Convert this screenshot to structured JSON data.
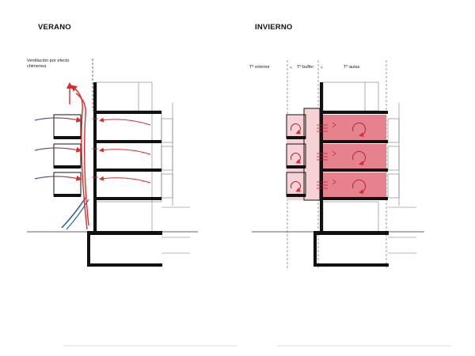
{
  "titles": {
    "summer": "VERANO",
    "winter": "INVIERNO"
  },
  "summer": {
    "ventilation_label": "Ventilación por efecto chimenea"
  },
  "winter": {
    "zones": {
      "exterior": "Tº exterior",
      "buffer": "Tº buffer",
      "classrooms": "Tº aulas"
    }
  },
  "colors": {
    "warm_air": "#e02a2a",
    "cool_air": "#2d5fb0",
    "heated_fill": "#e5828e",
    "buffer_fill": "#f6d2d6",
    "structure": "#111111"
  }
}
